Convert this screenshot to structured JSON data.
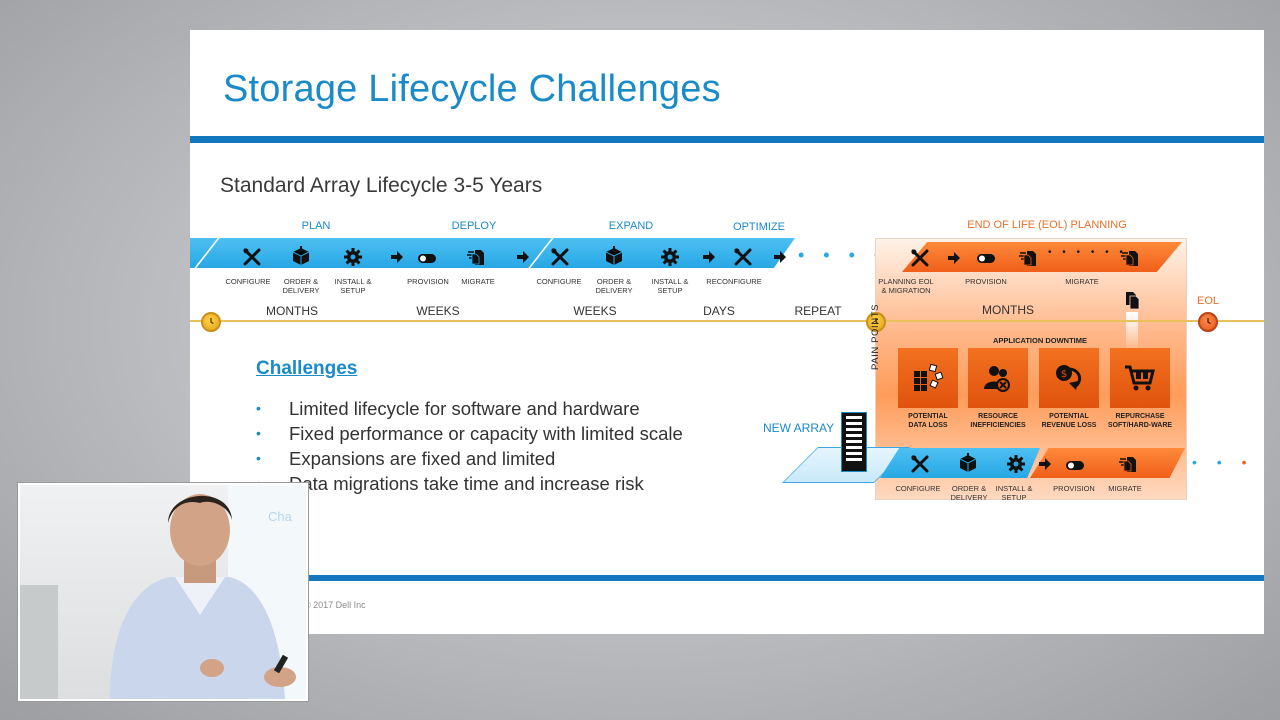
{
  "slide": {
    "title": "Storage Lifecycle Challenges",
    "subtitle": "Standard Array Lifecycle 3-5 Years",
    "copyright": "© 2017 Dell Inc"
  },
  "phases": {
    "plan": "PLAN",
    "deploy": "DEPLOY",
    "expand": "EXPAND",
    "optimize": "OPTIMIZE",
    "eol_planning": "END OF LIFE (EOL) PLANNING"
  },
  "top_steps": {
    "configure_1": "CONFIGURE",
    "order_1": "ORDER &\nDELIVERY",
    "install_1": "INSTALL &\nSETUP",
    "provision_1": "PROVISION",
    "migrate_1": "MIGRATE",
    "configure_2": "CONFIGURE",
    "order_2": "ORDER &\nDELIVERY",
    "install_2": "INSTALL &\nSETUP",
    "reconfigure": "RECONFIGURE",
    "planning_eol": "PLANNING EOL\n& MIGRATION",
    "provision_eol": "PROVISION",
    "migrate_eol": "MIGRATE"
  },
  "timeline": {
    "months_1": "MONTHS",
    "weeks_1": "WEEKS",
    "weeks_2": "WEEKS",
    "days": "DAYS",
    "repeat": "REPEAT",
    "months_2": "MONTHS",
    "eol": "EOL"
  },
  "pain": {
    "label": "PAIN POINTS",
    "app_downtime": "APPLICATION DOWNTIME",
    "tiles": [
      {
        "caption": "POTENTIAL\nDATA LOSS",
        "icon": "data-blocks-icon"
      },
      {
        "caption": "RESOURCE\nINEFFICIENCIES",
        "icon": "people-cancel-icon"
      },
      {
        "caption": "POTENTIAL\nREVENUE LOSS",
        "icon": "money-down-icon"
      },
      {
        "caption": "REPURCHASE\nSOFT/HARD-WARE",
        "icon": "cart-icon"
      }
    ]
  },
  "challenges": {
    "heading": "Challenges",
    "items": [
      "Limited lifecycle for software and hardware",
      "Fixed performance or capacity with limited scale",
      "Expansions are fixed and limited",
      "Data migrations take time and increase risk"
    ]
  },
  "new_array": {
    "label": "NEW ARRAY",
    "steps": {
      "configure": "CONFIGURE",
      "order": "ORDER &\nDELIVERY",
      "install": "INSTALL &\nSETUP",
      "provision": "PROVISION",
      "migrate": "MIGRATE"
    }
  },
  "colors": {
    "accent_blue": "#1a8ac8",
    "band_blue": "#27a7e5",
    "eol_orange": "#ef5f1a",
    "timeline_gold": "#e8c15a"
  }
}
